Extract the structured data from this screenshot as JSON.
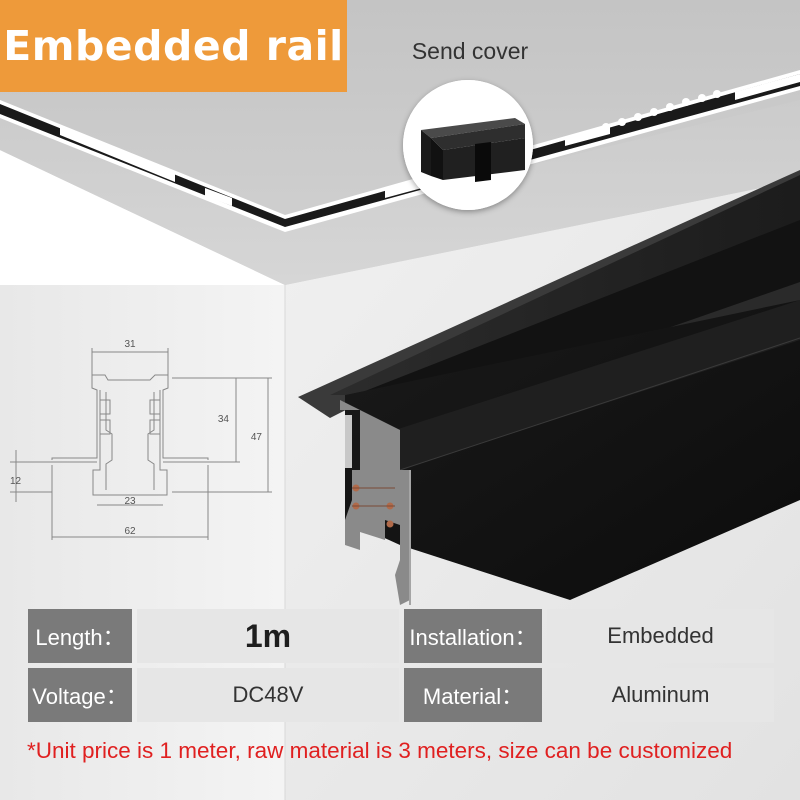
{
  "title": "Embedded rail",
  "cover": {
    "label": "Send cover"
  },
  "dimensions": {
    "top_width": "31",
    "inner_height": "34",
    "total_height": "47",
    "flange_height": "12",
    "inner_width": "23",
    "flange_width": "62"
  },
  "specs": {
    "length_label": "Length：",
    "length_value": "1m",
    "installation_label": "Installation：",
    "installation_value": "Embedded",
    "voltage_label": "Voltage：",
    "voltage_value": "DC48V",
    "material_label": "Material：",
    "material_value": "Aluminum"
  },
  "note": "*Unit price is 1 meter, raw material is 3 meters, size can be customized",
  "colors": {
    "badge": "#ee9a3a",
    "label_cell": "#7a7a7a",
    "value_cell": "#e6e6e6",
    "note": "#e02020",
    "rail": "#151515"
  }
}
